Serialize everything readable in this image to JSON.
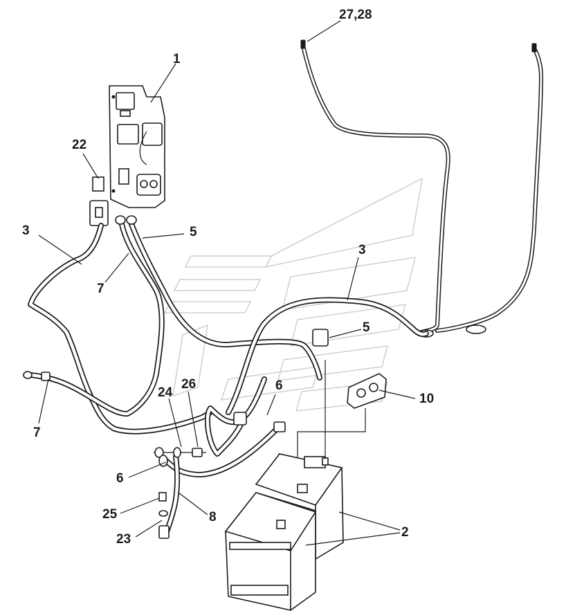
{
  "diagram": {
    "colors": {
      "line": "#1a1a1a",
      "watermark": "#c8c8c8",
      "background": "#ffffff"
    },
    "callouts": [
      {
        "id": "c-27-28",
        "text": "27,28"
      },
      {
        "id": "c-1",
        "text": "1"
      },
      {
        "id": "c-22",
        "text": "22"
      },
      {
        "id": "c-3-left",
        "text": "3"
      },
      {
        "id": "c-5-top",
        "text": "5"
      },
      {
        "id": "c-7-upper",
        "text": "7"
      },
      {
        "id": "c-3-right",
        "text": "3"
      },
      {
        "id": "c-5-mid",
        "text": "5"
      },
      {
        "id": "c-10",
        "text": "10"
      },
      {
        "id": "c-6-upper",
        "text": "6"
      },
      {
        "id": "c-24",
        "text": "24"
      },
      {
        "id": "c-26",
        "text": "26"
      },
      {
        "id": "c-7-lower",
        "text": "7"
      },
      {
        "id": "c-6-lower",
        "text": "6"
      },
      {
        "id": "c-8",
        "text": "8"
      },
      {
        "id": "c-25",
        "text": "25"
      },
      {
        "id": "c-23",
        "text": "23"
      },
      {
        "id": "c-2",
        "text": "2"
      }
    ]
  }
}
